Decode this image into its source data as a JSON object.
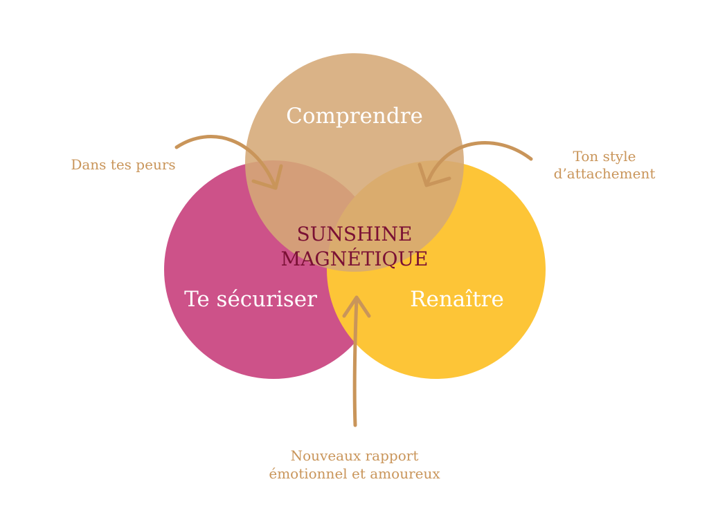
{
  "diagram": {
    "circles": [
      {
        "label": "Comprendre",
        "color": "#d5a876"
      },
      {
        "label": "Te sécuriser",
        "color": "#cd5289"
      },
      {
        "label": "Renaître",
        "color": "#fdc537"
      }
    ],
    "center": {
      "line1": "SUNSHINE",
      "line2": "MAGNÉTIQUE",
      "color": "#7a1034"
    },
    "notes": {
      "left": "Dans tes peurs",
      "right_line1": "Ton style",
      "right_line2": "d’attachement",
      "bottom_line1": "Nouveaux rapport",
      "bottom_line2": "émotionnel et amoureux"
    },
    "accent_color": "#c9955a"
  }
}
